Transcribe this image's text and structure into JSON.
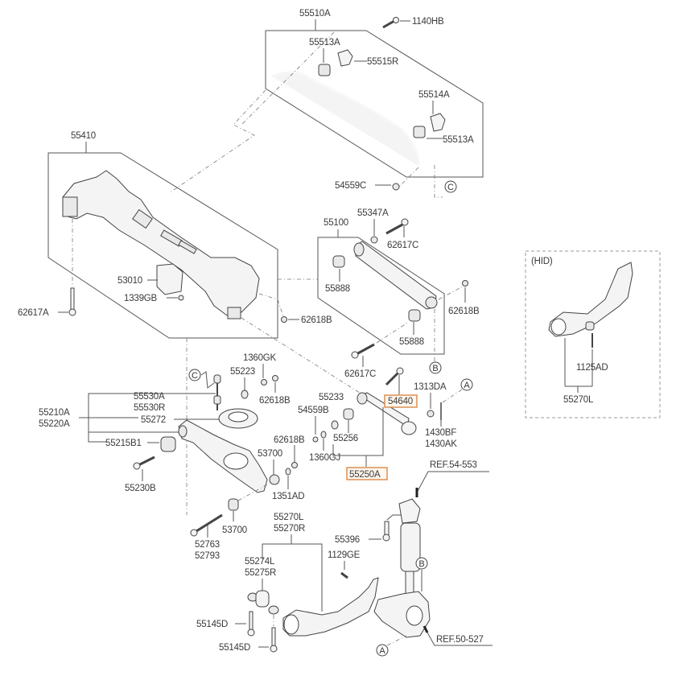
{
  "diagram": {
    "title_hid": "(HID)",
    "highlight_color": "#d9884a",
    "groups": {
      "stabilizer_bar": "55510A",
      "crossmember": "55410",
      "upper_arm": "55100",
      "lower_arm_group_a": "55210A",
      "lower_arm_group_b": "55220A",
      "assist_arm": "55250A",
      "trailing_arm_l": "55270L",
      "trailing_arm_r": "55270R",
      "hid_trailing_arm": "55270L"
    },
    "labels": {
      "p1140HB": "1140HB",
      "p55513A_top": "55513A",
      "p55515R": "55515R",
      "p55514A": "55514A",
      "p55513A_bot": "55513A",
      "p54559C": "54559C",
      "p53010": "53010",
      "p1339GB": "1339GB",
      "p62617A": "62617A",
      "p62618B_a": "62618B",
      "p55347A": "55347A",
      "p62617C_a": "62617C",
      "p55888_a": "55888",
      "p62618B_b": "62618B",
      "p55888_b": "55888",
      "p62617C_b": "62617C",
      "p1360GK": "1360GK",
      "p55223": "55223",
      "p62618B_c": "62618B",
      "p55530A": "55530A",
      "p55530R": "55530R",
      "p55272": "55272",
      "p55215B1": "55215B1",
      "p55230B": "55230B",
      "p54559B": "54559B",
      "p62618B_d": "62618B",
      "p53700_a": "53700",
      "p1351AD": "1351AD",
      "p53700_b": "53700",
      "p52763": "52763",
      "p52793": "52793",
      "p55233": "55233",
      "p54640": "54640",
      "p55256": "55256",
      "p1360GJ": "1360GJ",
      "p1313DA": "1313DA",
      "p1430BF": "1430BF",
      "p1430AK": "1430AK",
      "pREF54": "REF.54-553",
      "p55396": "55396",
      "p1129GE": "1129GE",
      "p55274L": "55274L",
      "p55275R": "55275R",
      "p55145D_a": "55145D",
      "p55145D_b": "55145D",
      "pREF50": "REF.50-527",
      "p1125AD": "1125AD"
    },
    "markers": {
      "A": "A",
      "B": "B",
      "C": "C"
    }
  }
}
